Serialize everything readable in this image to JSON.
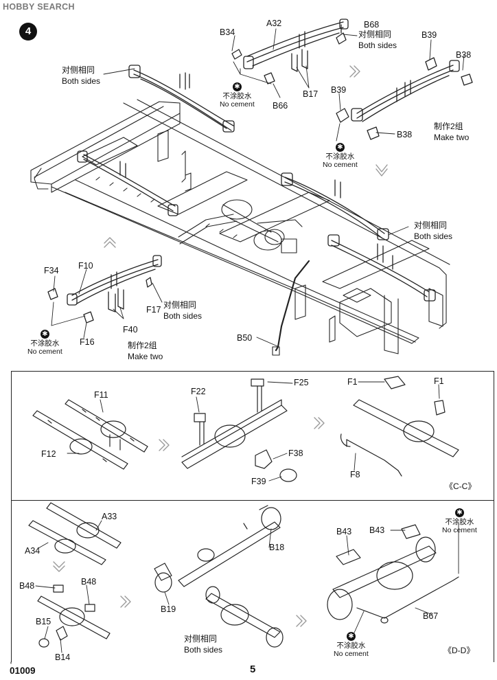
{
  "watermark": "HOBBY SEARCH",
  "step": "4",
  "labels": {
    "both_sides_cn": "对侧相同",
    "both_sides_en": "Both sides",
    "make_two_cn": "制作2组",
    "make_two_en": "Make two",
    "no_cement_cn": "不涂胶水",
    "no_cement_en": "No cement"
  },
  "parts_top": {
    "A32": "A32",
    "B34": "B34",
    "B68": "B68",
    "B39a": "B39",
    "B38a": "B38",
    "B17": "B17",
    "B66": "B66",
    "B39b": "B39",
    "B38b": "B38",
    "F34": "F34",
    "F10": "F10",
    "F17": "F17",
    "F40": "F40",
    "F16": "F16",
    "B50": "B50"
  },
  "parts_cc": {
    "F11": "F11",
    "F12": "F12",
    "F22": "F22",
    "F25": "F25",
    "F38": "F38",
    "F39": "F39",
    "F1a": "F1",
    "F1b": "F1",
    "F8": "F8",
    "section": "《C-C》"
  },
  "parts_dd": {
    "A33": "A33",
    "A34": "A34",
    "B48a": "B48",
    "B48b": "B48",
    "B15": "B15",
    "B14": "B14",
    "B18": "B18",
    "B19": "B19",
    "B43a": "B43",
    "B43b": "B43",
    "B67": "B67",
    "section": "《D-D》"
  },
  "footer": {
    "code": "01009",
    "page": "5"
  }
}
